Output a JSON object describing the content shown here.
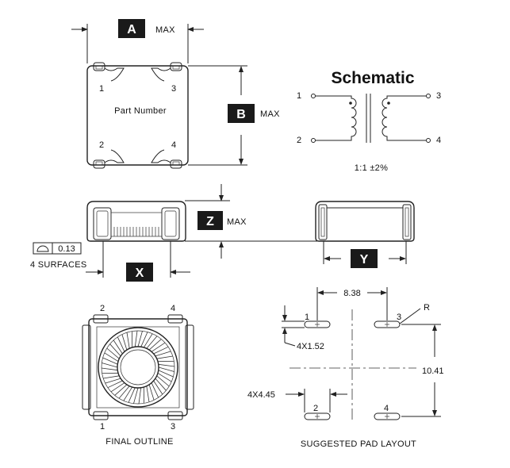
{
  "badges": {
    "a": "A",
    "b": "B",
    "z": "Z",
    "x": "X",
    "y": "Y"
  },
  "labels": {
    "max_a": "MAX",
    "max_b": "MAX",
    "max_z": "MAX",
    "part_number": "Part Number",
    "schematic_title": "Schematic",
    "ratio": "1:1  ±2%",
    "flatness_value": "0.13",
    "surfaces": "4 SURFACES",
    "final_outline": "FINAL OUTLINE",
    "suggested_pad_layout": "SUGGESTED PAD LAYOUT"
  },
  "pins": {
    "p1": "1",
    "p2": "2",
    "p3": "3",
    "p4": "4"
  },
  "dimensions": {
    "pad_pitch_x": "8.38",
    "pad_pitch_y": "10.41",
    "pad_width": "4X1.52",
    "pad_length": "4X4.45",
    "radius": "R"
  },
  "colors": {
    "badge": "#1a1a1a",
    "line": "#222222"
  }
}
